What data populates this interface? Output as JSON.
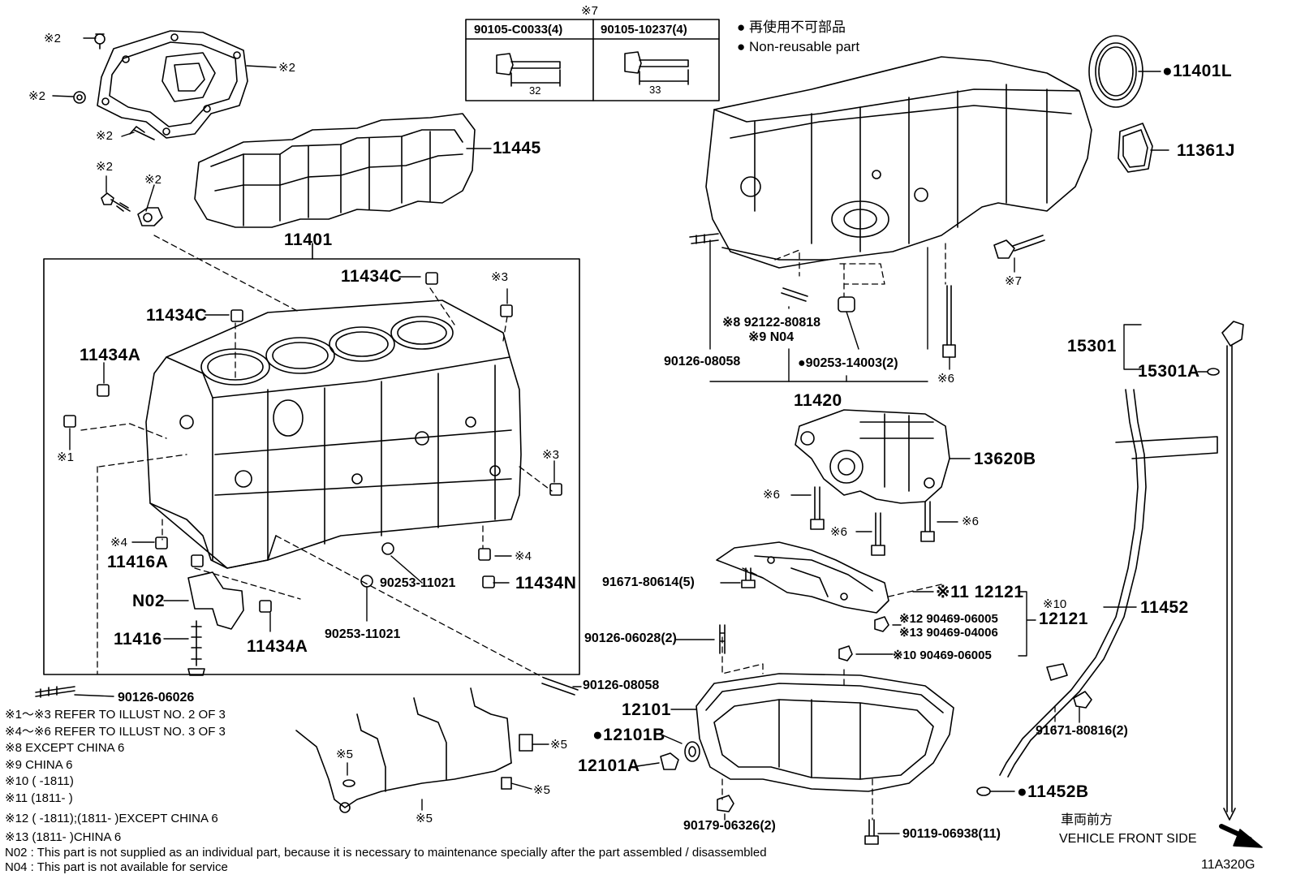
{
  "diagram_code": "11A320G",
  "legend": {
    "jp": "● 再使用不可部品",
    "en": "● Non-reusable part"
  },
  "table": {
    "title": "※7",
    "col1": "90105-C0033(4)",
    "col2": "90105-10237(4)",
    "dim1": "32",
    "dim2": "33"
  },
  "labels": {
    "l11445": "11445",
    "l11401": "11401",
    "l11434C_top": "11434C",
    "l11434C_left": "11434C",
    "l11434A_top": "11434A",
    "l11434A_bottom": "11434A",
    "l11416A": "11416A",
    "l11416": "11416",
    "lN02": "N02",
    "l90253_1": "90253-11021",
    "l90253_2": "90253-11021",
    "l11434N": "11434N",
    "l90126_08058_bot": "90126-08058",
    "l90126_06026": "90126-06026",
    "l11401L": "●11401L",
    "l11361J": "11361J",
    "l92122": "※8 92122-80818",
    "lN04": "※9 N04",
    "l90126_08058_top": "90126-08058",
    "l90253_14003": "●90253-14003(2)",
    "l11420": "11420",
    "l13620B": "13620B",
    "l15301": "15301",
    "l15301A": "15301A",
    "l91671_80614": "91671-80614(5)",
    "l12121_a": "※11 12121",
    "l90469_a": "※12 90469-06005",
    "l90469_b": "※13 90469-04006",
    "l90469_c": "※10 90469-06005",
    "l12121_b": "12121",
    "l12121_b_ref": "※10",
    "l11452": "11452",
    "l90126_06028": "90126-06028(2)",
    "l12101": "12101",
    "l12101B": "●12101B",
    "l12101A": "12101A",
    "l90179": "90179-06326(2)",
    "l90119": "90119-06938(11)",
    "l91671_80816": "91671-80816(2)",
    "l11452B": "●11452B",
    "front_jp": "車両前方",
    "front_en": "VEHICLE FRONT SIDE"
  },
  "marks": {
    "m2a": "※2",
    "m2b": "※2",
    "m2c": "※2",
    "m2d": "※2",
    "m2e": "※2",
    "m2f": "※2",
    "m3a": "※3",
    "m3b": "※3",
    "m1": "※1",
    "m4a": "※4",
    "m4b": "※4",
    "m5a": "※5",
    "m5b": "※5",
    "m5c": "※5",
    "m5d": "※5",
    "m6a": "※6",
    "m6b": "※6",
    "m6c": "※6",
    "m6d": "※6",
    "m7": "※7"
  },
  "notes": [
    "※1～※3  REFER TO ILLUST NO. 2 OF 3",
    "※4～※6  REFER TO ILLUST NO. 3 OF 3",
    "※8 EXCEPT CHINA 6",
    "※9 CHINA 6",
    "※10 (      -1811)",
    "※11 (1811-      )",
    "※12 (      -1811);(1811-       )EXCEPT CHINA 6",
    "※13 (1811-       )CHINA 6",
    "N02 : This part is not supplied as an individual part, because it is necessary to maintenance specially after the part assembled / disassembled",
    "N04 : This part is not available for service"
  ]
}
